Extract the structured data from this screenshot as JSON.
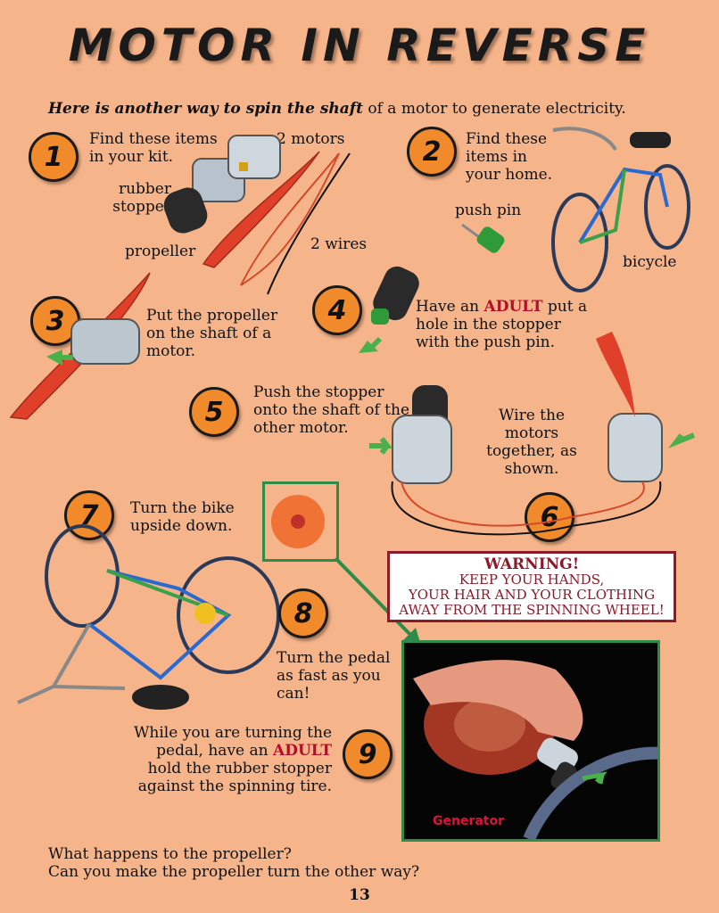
{
  "title": "MOTOR IN REVERSE",
  "intro": {
    "bold": "Here is another way to spin the shaft",
    "rest": " of a motor to generate electricity."
  },
  "steps": [
    {
      "n": "1",
      "text": "Find these items in your kit."
    },
    {
      "n": "2",
      "text": "Find these items in your home."
    },
    {
      "n": "3",
      "text": "Put the propeller on the shaft of a motor."
    },
    {
      "n": "4",
      "text_a": "Have an ",
      "adult": "ADULT",
      "text_b": " put a hole in the stopper with the push pin."
    },
    {
      "n": "5",
      "text": "Push the stopper onto the shaft of the other motor."
    },
    {
      "n": "6",
      "text": "Wire the motors together, as shown."
    },
    {
      "n": "7",
      "text": "Turn the bike upside down."
    },
    {
      "n": "8",
      "text": "Turn the pedal as fast as you can!"
    },
    {
      "n": "9",
      "text_a": "While you are turning the pedal, have an ",
      "adult": "ADULT",
      "text_b": " hold the rubber stopper against the spinning tire."
    }
  ],
  "labels": {
    "motors": "2 motors",
    "rubber_stopper": "rubber stopper",
    "propeller": "propeller",
    "wires": "2 wires",
    "push_pin": "push pin",
    "bicycle": "bicycle",
    "generator": "Generator"
  },
  "warning": {
    "heading": "WARNING!",
    "line1": "KEEP YOUR HANDS,",
    "line2": "YOUR HAIR AND YOUR CLOTHING",
    "line3": "AWAY FROM THE SPINNING WHEEL!"
  },
  "questions": {
    "q1": "What happens to the propeller?",
    "q2": "Can you make the propeller turn the other way?"
  },
  "page_number": "13",
  "colors": {
    "background": "#f6b48a",
    "number_circle": "#f08a2a",
    "adult_text": "#b0102a",
    "warning_border": "#8b1a2a",
    "frame_green": "#2e8b4a"
  }
}
